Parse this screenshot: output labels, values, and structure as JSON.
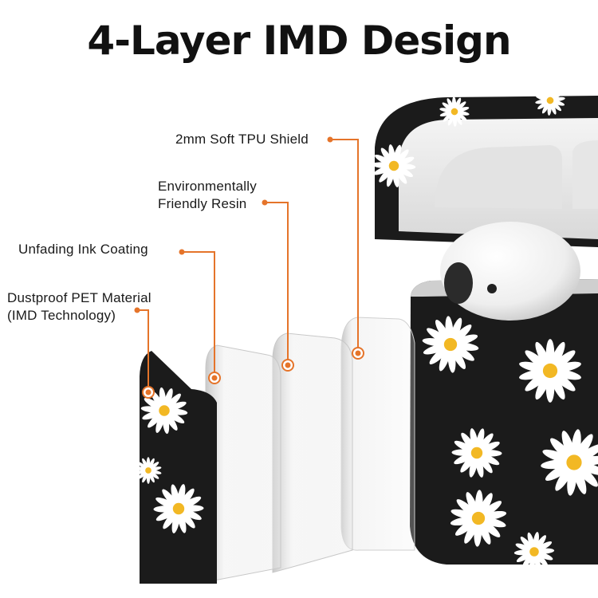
{
  "title": "4-Layer IMD Design",
  "callouts": [
    {
      "id": "tpu",
      "lines": [
        "2mm Soft TPU Shield"
      ]
    },
    {
      "id": "resin",
      "lines": [
        "Environmentally",
        "Friendly Resin"
      ]
    },
    {
      "id": "ink",
      "lines": [
        "Unfading Ink Coating"
      ]
    },
    {
      "id": "pet",
      "lines": [
        "Dustproof PET Material",
        "(IMD Technology)"
      ]
    }
  ],
  "colors": {
    "accent": "#e5742a",
    "case_black": "#1b1b1b",
    "flower_white": "#ffffff",
    "flower_center": "#f2b824",
    "layer_tint": "#d8d8d8",
    "text": "#1a1a1a"
  }
}
